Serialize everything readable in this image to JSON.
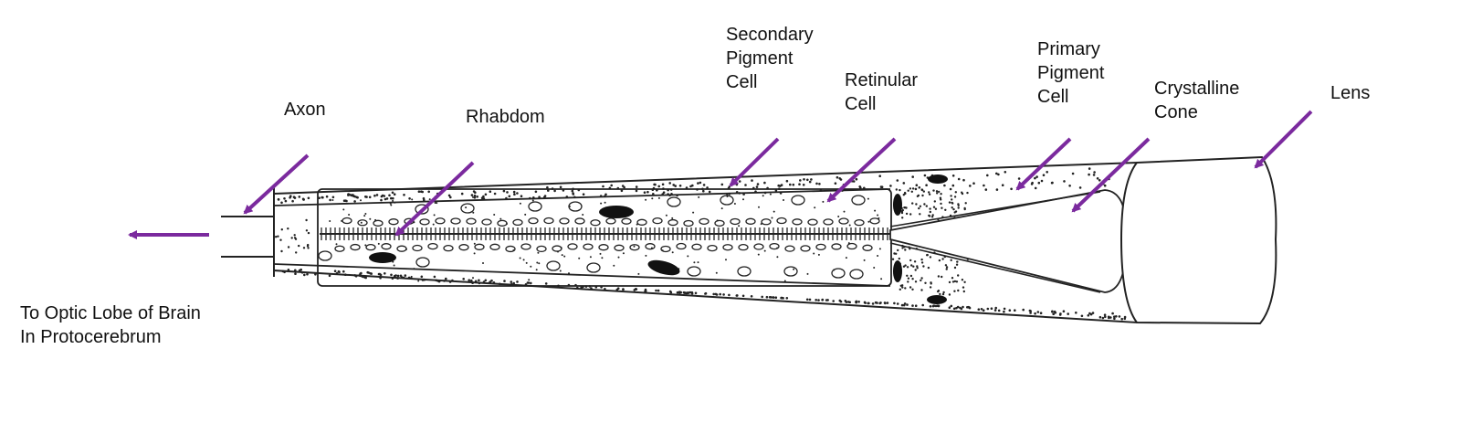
{
  "labels": {
    "axon": "Axon",
    "rhabdom": "Rhabdom",
    "secondary_pigment_cell": "Secondary\nPigment\nCell",
    "retinular_cell": "Retinular\nCell",
    "primary_pigment_cell": "Primary\nPigment\nCell",
    "crystalline_cone": "Crystalline\nCone",
    "lens": "Lens",
    "optic_lobe": "To Optic Lobe of Brain\nIn Protocerebrum"
  },
  "colors": {
    "arrow": "#7B2A9E",
    "outline": "#222222",
    "background": "#ffffff"
  }
}
